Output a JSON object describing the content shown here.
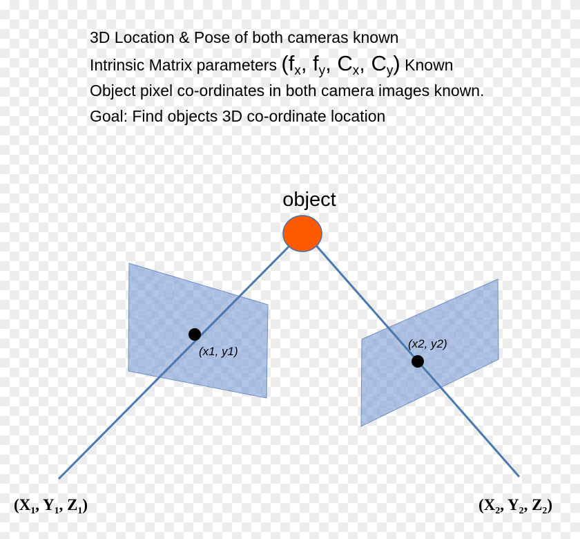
{
  "info": {
    "line1": "3D Location & Pose of both cameras known",
    "line2_prefix": "Intrinsic Matrix parameters ",
    "line2_params": {
      "open": "(",
      "fx_base": "f",
      "fx_sub": "x",
      "sep1": ", ",
      "fy_base": "f",
      "fy_sub": "y",
      "sep2": ", ",
      "cx_base": "C",
      "cx_sub": "x",
      "sep3": ", ",
      "cy_base": "C",
      "cy_sub": "y",
      "close": ")"
    },
    "line2_suffix": " Known",
    "line3": "Object pixel co-ordinates in both camera images known.",
    "line4": "Goal: Find objects 3D co-ordinate location"
  },
  "diagram": {
    "object_label": "object",
    "point1_label": "(x1, y1)",
    "point2_label": "(x2, y2)",
    "camera1": {
      "open": "(",
      "X": "X",
      "Y": "Y",
      "Z": "Z",
      "sub": "1",
      "comma": ", ",
      "close": ")"
    },
    "camera2": {
      "open": "(",
      "X": "X",
      "Y": "Y",
      "Z": "Z",
      "sub": "2",
      "comma": ", ",
      "close": ")"
    },
    "colors": {
      "object": "#ff5a00",
      "ray": "#4a78b0",
      "plane_fill": "#8ca8d8",
      "plane_stroke": "#6a8cc0",
      "point": "#000000"
    }
  }
}
